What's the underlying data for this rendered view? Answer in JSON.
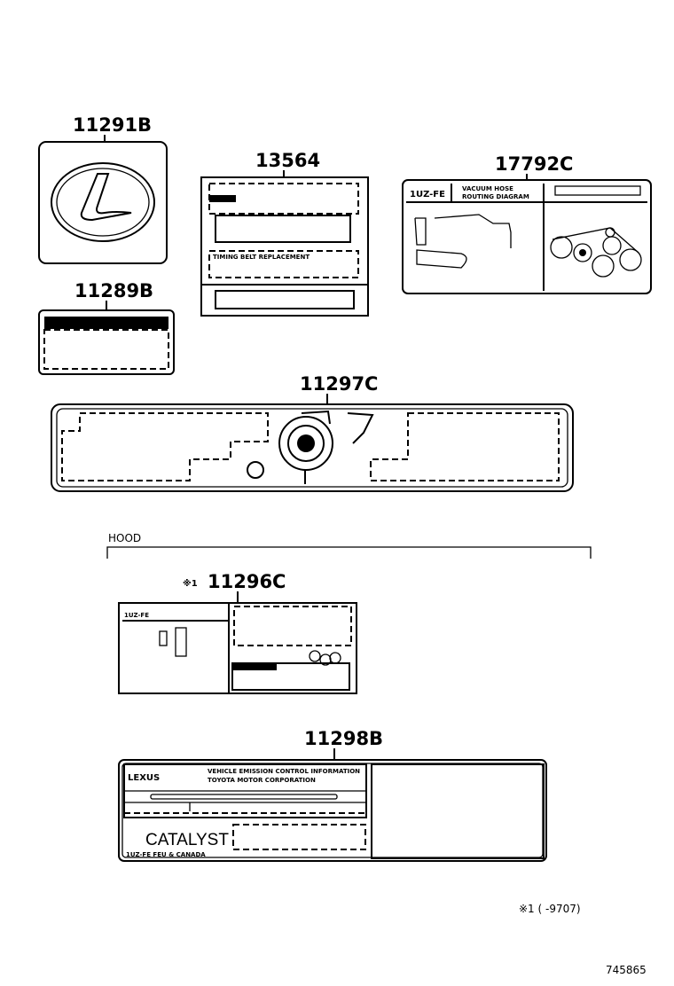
{
  "parts": {
    "p11291B": "11291B",
    "p13564": "13564",
    "p17792C": "17792C",
    "p11289B": "11289B",
    "p11297C": "11297C",
    "p11296C": "11296C",
    "p11298B": "11298B"
  },
  "group_label": "HOOD",
  "footnote_marker": "※1",
  "footnote": "※1 (      -9707)",
  "diagram_id": "745865",
  "label_text": {
    "engine": "1UZ-FE",
    "vacuum_hose_line1": "VACUUM HOSE",
    "vacuum_hose_line2": "ROUTING DIAGRAM",
    "timing_belt": "TIMING BELT REPLACEMENT",
    "emission_line1": "VEHICLE EMISSION CONTROL INFORMATION",
    "emission_line2": "TOYOTA MOTOR CORPORATION",
    "brand_logo": "LEXUS",
    "catalyst": "CATALYST",
    "market": "1UZ-FE FEU & CANADA"
  }
}
